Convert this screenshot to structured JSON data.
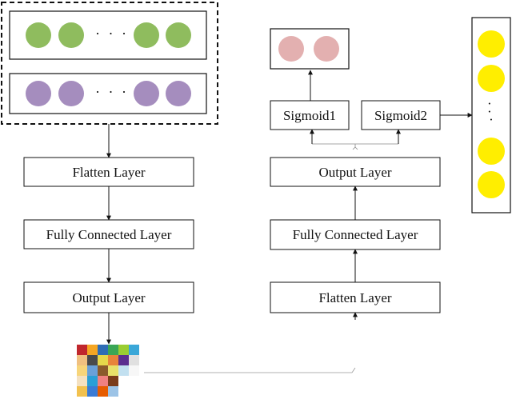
{
  "left_column": {
    "top_row_dots": "· · ·",
    "bottom_row_dots": "· · ·",
    "flatten_label": "Flatten Layer",
    "fc_label": "Fully Connected Layer",
    "output_label": "Output Layer"
  },
  "right_column": {
    "flatten_label": "Flatten Layer",
    "fc_label": "Fully Connected Layer",
    "output_label": "Output Layer",
    "sigmoid1_label": "Sigmoid1",
    "sigmoid2_label": "Sigmoid2",
    "side_dots": "·\n·\n·"
  },
  "colors": {
    "green_node": "#8fbc5e",
    "purple_node": "#a58dbe",
    "pink_node": "#e3b0b0",
    "yellow_node": "#ffee00",
    "stroke": "#111111"
  },
  "mosaic_colors": [
    [
      "#c0272d",
      "#f5a623",
      "#2f6db5",
      "#3aa655",
      "#9acd32",
      "#3aa7d8"
    ],
    [
      "#f0c080",
      "#4a4a4a",
      "#e6d84a",
      "#e8833a",
      "#5b2e8f",
      "#e0e0e0"
    ],
    [
      "#f7d57a",
      "#6aa0d8",
      "#8b5a2b",
      "#e8e06a",
      "#c2e0f0",
      "#f7f7f7"
    ],
    [
      "#f4e1c1",
      "#2a9fd6",
      "#f08080",
      "#7a3b1a",
      "#ffffff",
      "#ffffff"
    ],
    [
      "#f2c14e",
      "#3a7bd5",
      "#e65c00",
      "#9cc3e6",
      "#ffffff",
      "#ffffff"
    ]
  ]
}
